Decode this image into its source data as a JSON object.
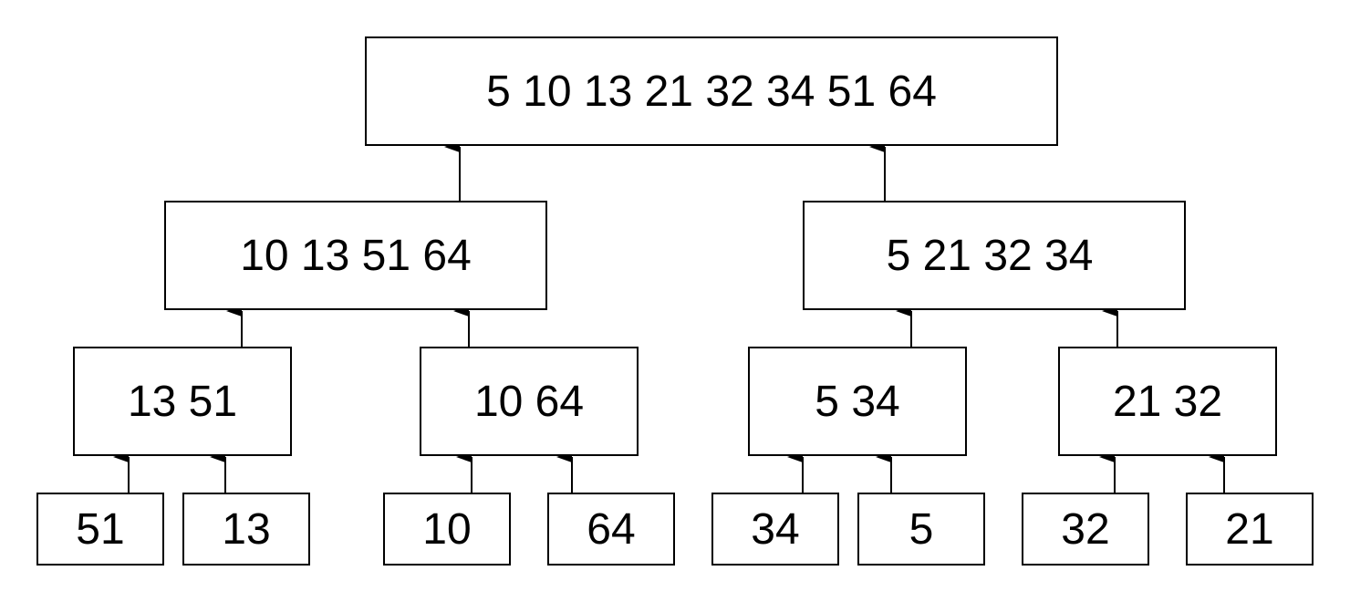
{
  "colors": {
    "stroke": "#000000",
    "background": "#ffffff",
    "text": "#000000"
  },
  "tree": {
    "root": {
      "label": "5 10 13 21 32 34 51 64"
    },
    "level2": [
      {
        "label": "10 13 51 64"
      },
      {
        "label": "5 21 32 34"
      }
    ],
    "level3": [
      {
        "label": "13 51"
      },
      {
        "label": "10 64"
      },
      {
        "label": "5 34"
      },
      {
        "label": "21 32"
      }
    ],
    "leaves": [
      {
        "label": "51"
      },
      {
        "label": "13"
      },
      {
        "label": "10"
      },
      {
        "label": "64"
      },
      {
        "label": "34"
      },
      {
        "label": "5"
      },
      {
        "label": "32"
      },
      {
        "label": "21"
      }
    ]
  }
}
